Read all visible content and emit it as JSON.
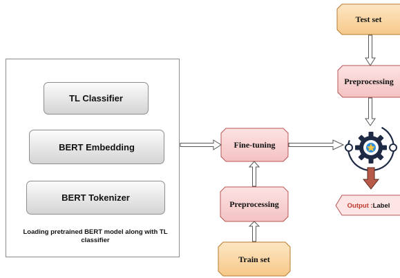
{
  "panel": {
    "layers": {
      "classifier": "TL Classifier",
      "embedding": "BERT Embedding",
      "tokenizer": "BERT  Tokenizer"
    },
    "caption": "Loading pretrained BERT model along with TL classifier"
  },
  "nodes": {
    "fine_tuning": "Fine-tuning",
    "preprocessing_train": "Preprocessing",
    "train_set": "Train set",
    "test_set": "Test set",
    "preprocessing_test": "Preprocessing",
    "output_prefix": "Output :",
    "output_label": "Label"
  },
  "icons": {
    "model": "gear-target-icon",
    "result": "down-arrow-icon"
  },
  "colors": {
    "data_fill": "#fbd7a6",
    "data_stroke": "#b97a2b",
    "process_fill": "#f8cfcf",
    "process_stroke": "#b85454",
    "gear_dark": "#1e2a44",
    "gear_accent": "#2f8fd8",
    "arrow_fill": "#b85a4a"
  }
}
